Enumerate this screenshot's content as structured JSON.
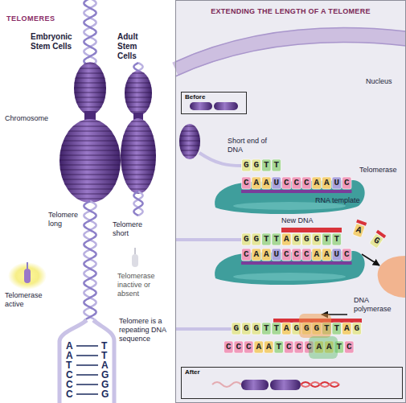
{
  "diagram": {
    "title": "TELOMERES",
    "nodes": [
      {
        "text": [
          "EXTENDING THE LENGTH OF A TELOMERE"
        ]
      },
      {
        "text": [
          "Before"
        ],
        "in": 0
      },
      {
        "text": [
          "After"
        ],
        "in": 0
      }
    ],
    "labels": [
      "Embryonic Stem Cells",
      "Adult Stem Cells",
      "Chromosome",
      "Telomere long",
      "Telomere short",
      "Telomerase active",
      "Telomerase inactive or absent",
      "Telomere is a repeating DNA sequence",
      "A",
      "T",
      "A",
      "T",
      "T",
      "A",
      "C",
      "G",
      "C",
      "G",
      "C",
      "G",
      "Nucleus",
      "Short end of DNA",
      "GGTT",
      "Telomerase",
      "CAAUCCCAAUC",
      "RNA template",
      "New DNA",
      "GGTTAGGGTT",
      "A",
      "G",
      "CAAUCCCAAUC",
      "DNA polymerase",
      "GGGTTAGGGTTAG",
      "CCCAATCCCAATC"
    ]
  }
}
